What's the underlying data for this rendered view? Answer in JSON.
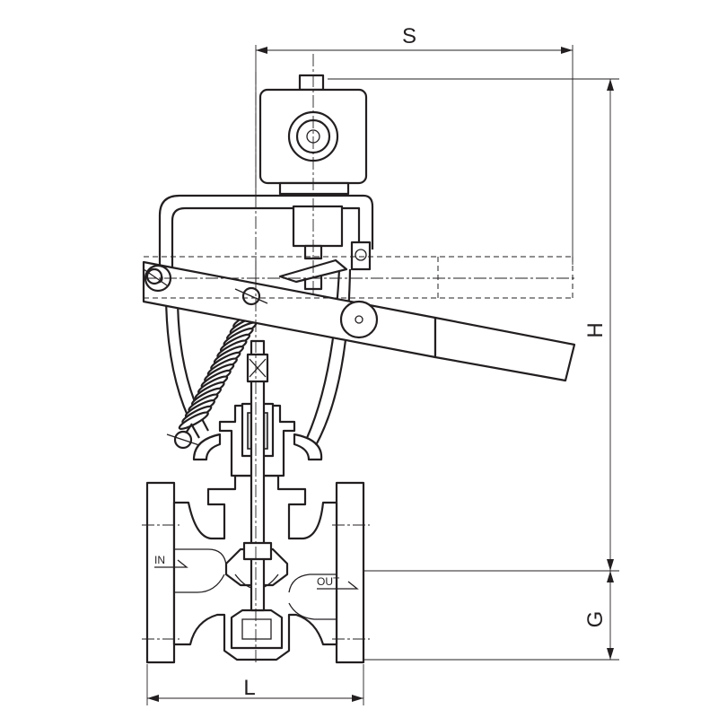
{
  "dimensions": {
    "width_label": "S",
    "height_label": "H",
    "bottom_label": "G",
    "length_label": "L"
  },
  "flow": {
    "inlet_label": "IN",
    "outlet_label": "OUT"
  }
}
